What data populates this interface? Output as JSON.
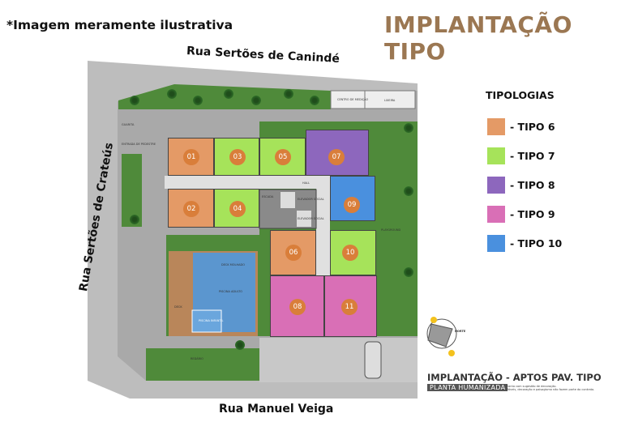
{
  "note": "*Imagem meramente ilustrativa",
  "title": "IMPLANTAÇÃO TIPO",
  "streets": {
    "top": "Rua Sertões de Canindé",
    "left": "Rua Sertões de Crateús",
    "bottom": "Rua Manuel Veiga"
  },
  "legend": {
    "title": "TIPOLOGIAS",
    "items": [
      {
        "label": "- TIPO 6",
        "color": "#e49a66"
      },
      {
        "label": "- TIPO 7",
        "color": "#a6e35a"
      },
      {
        "label": "- TIPO 8",
        "color": "#8d67bd"
      },
      {
        "label": "- TIPO 9",
        "color": "#d96fb6"
      },
      {
        "label": "- TIPO 10",
        "color": "#4a90de"
      }
    ]
  },
  "units": [
    "01",
    "02",
    "03",
    "04",
    "05",
    "06",
    "07",
    "08",
    "09",
    "10",
    "11"
  ],
  "areas": {
    "medicao": "CENTRO DE MEDIÇÃO",
    "lixeira": "LIXEIRA",
    "guarita": "GUARITA",
    "entrada": "ENTRADA DE PEDESTRE",
    "hall": "HALL",
    "escada": "ESCADA",
    "elev1": "ELEVADOR SOCIAL",
    "elev2": "ELEVADOR SOCIAL",
    "playground": "PLAYGROUND",
    "deck_molhado": "DECK MOLHADO",
    "piscina_adulto": "PISCINA ADULTO",
    "piscina_infantil": "PISCINA INFANTIL",
    "deck": "DECK",
    "redario": "REDÁRIO"
  },
  "compass": {
    "north": "NORTE"
  },
  "caption": {
    "title": "IMPLANTAÇÃO - APTOS PAV. TIPO",
    "subtitle": "PLANTA HUMANIZADA",
    "note1": "Planta com sugestão de decoração.",
    "note2": "Móveis, decoração e paisagismo não fazem parte do contrato."
  }
}
